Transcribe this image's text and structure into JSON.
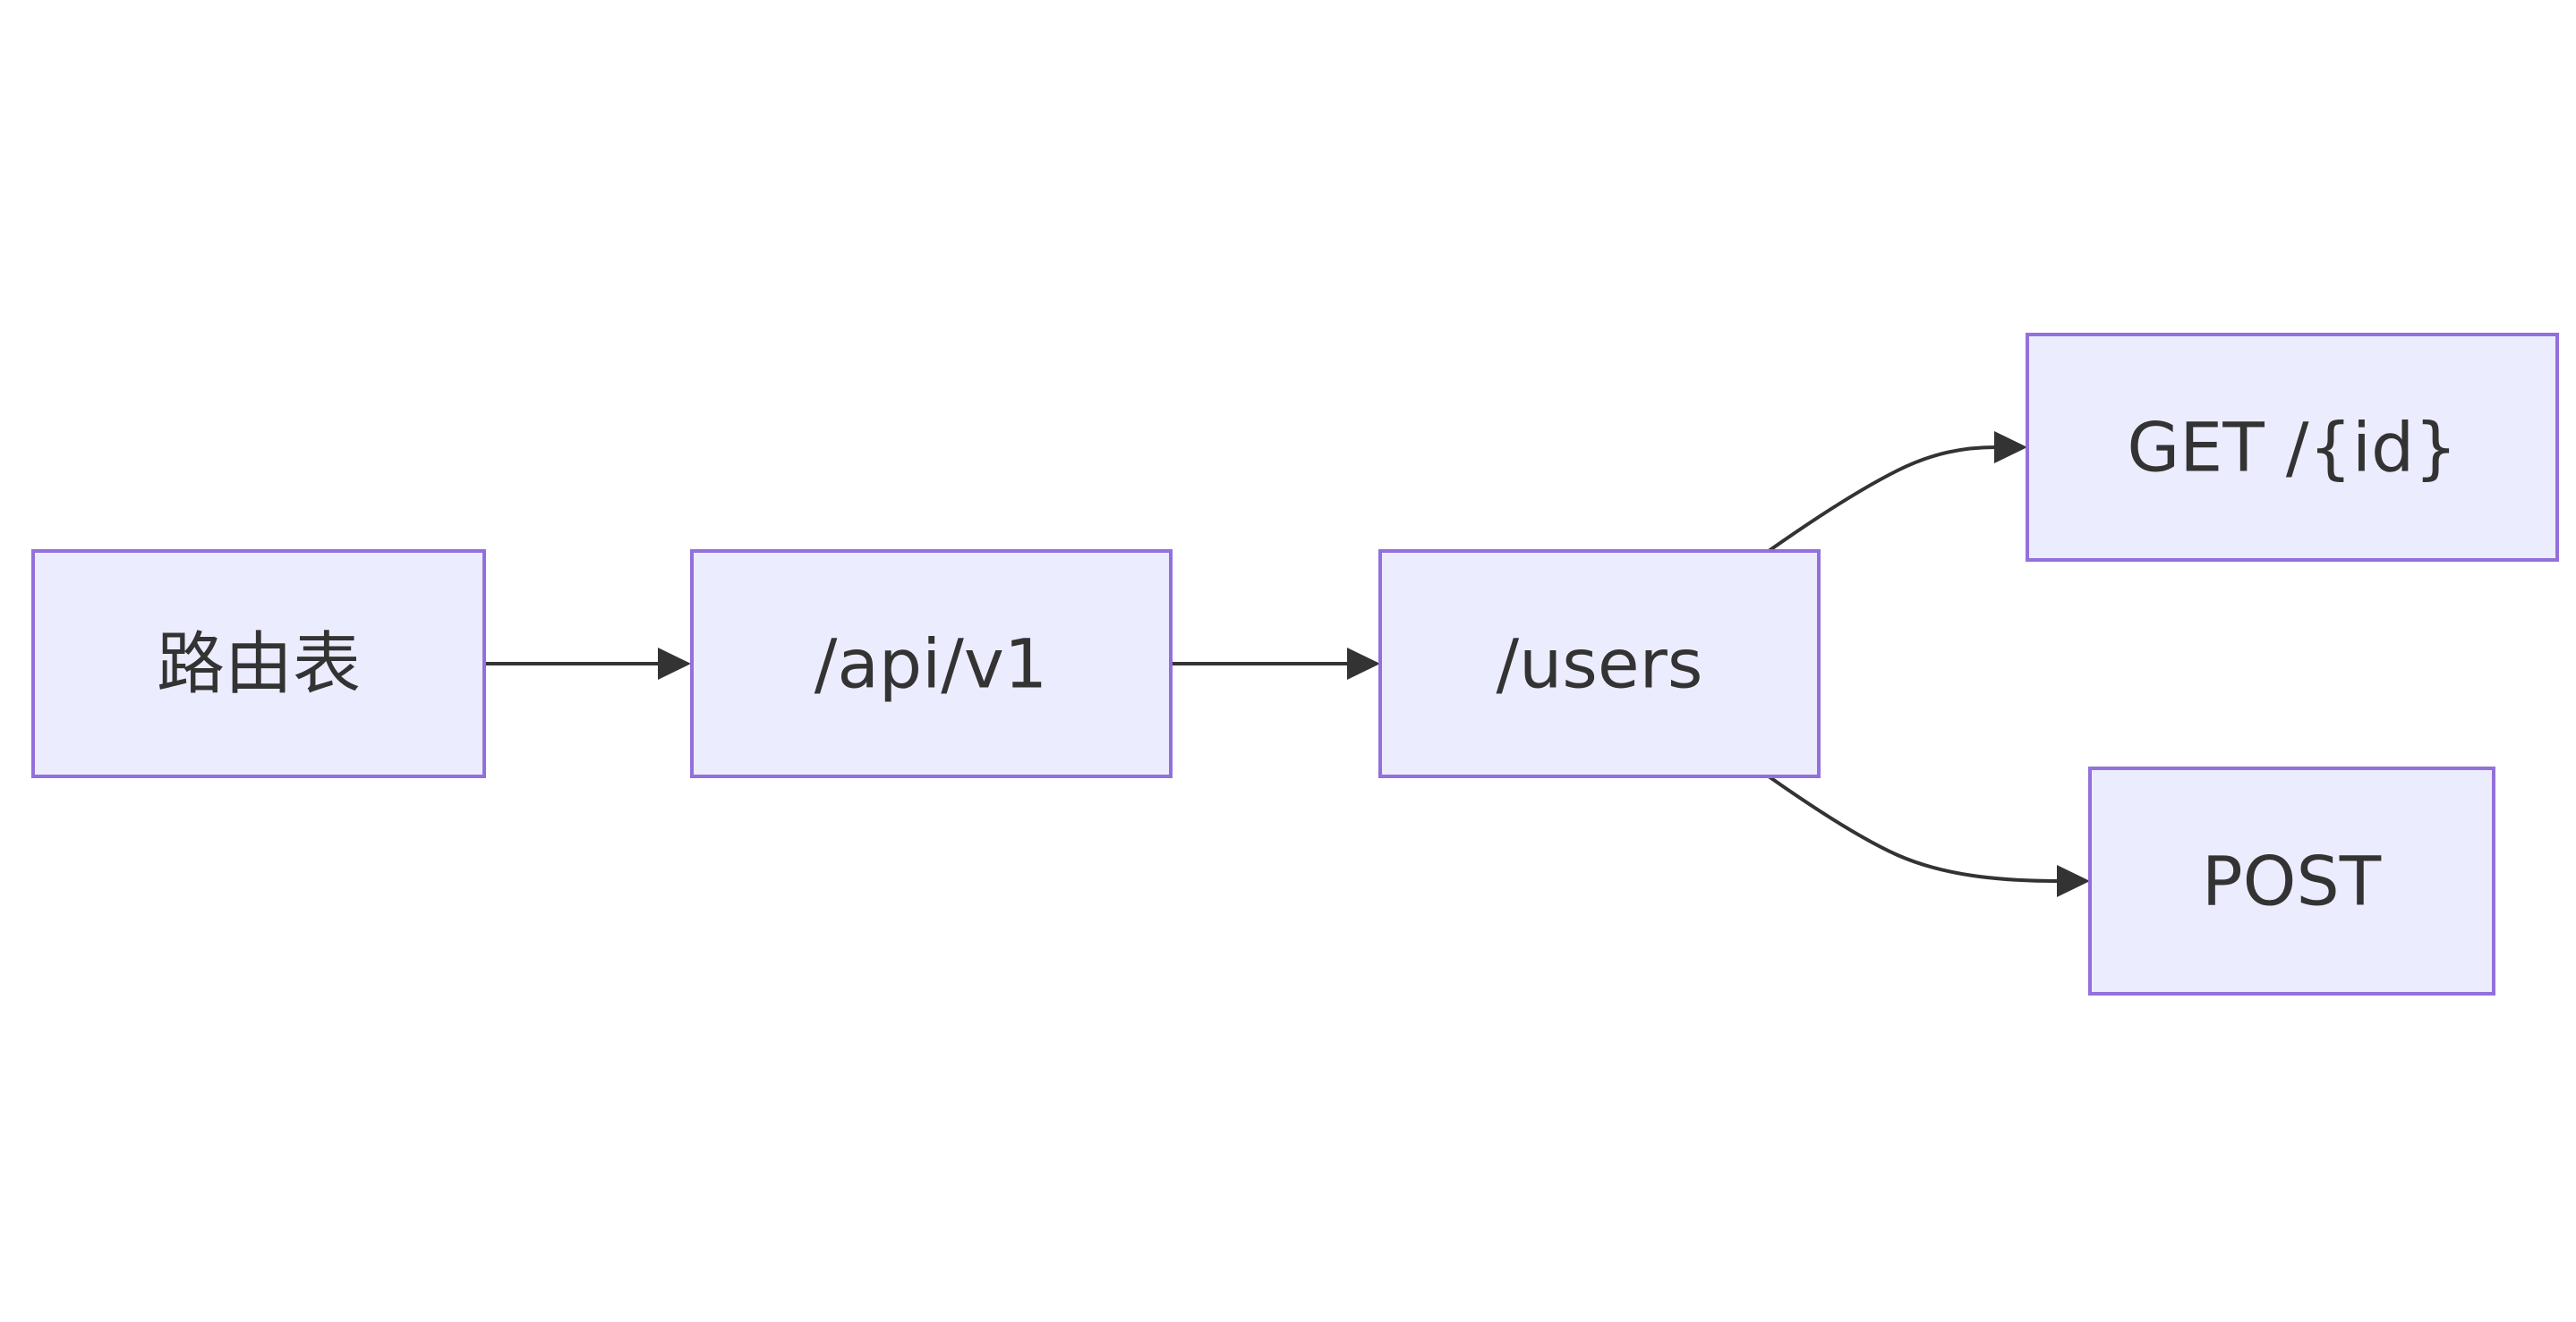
{
  "nodes": {
    "routing_table": {
      "label": "路由表"
    },
    "api_v1": {
      "label": "/api/v1"
    },
    "users": {
      "label": "/users"
    },
    "get_id": {
      "label": "GET /{id}"
    },
    "post": {
      "label": "POST"
    }
  },
  "edges": [
    {
      "from": "routing_table",
      "to": "api_v1"
    },
    {
      "from": "api_v1",
      "to": "users"
    },
    {
      "from": "users",
      "to": "get_id"
    },
    {
      "from": "users",
      "to": "post"
    }
  ],
  "colors": {
    "node_fill": "#ECECFF",
    "node_stroke": "#9370DB",
    "edge": "#333333",
    "text": "#333333"
  }
}
